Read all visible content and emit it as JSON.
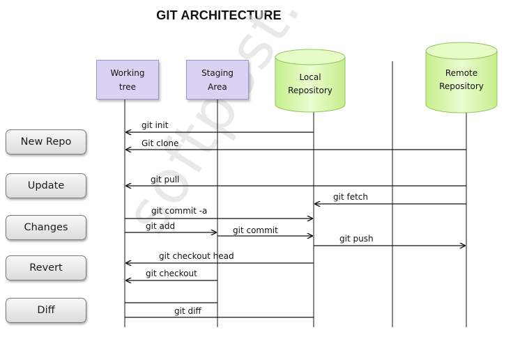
{
  "title": "GIT ARCHITECTURE",
  "watermark": "softpost.org",
  "lanes": {
    "working_tree": "Working\ntree",
    "staging_area": "Staging\nArea",
    "local_repository": "Local\nRepository",
    "remote_repository": "Remote\nRepository"
  },
  "operations": [
    "New Repo",
    "Update",
    "Changes",
    "Revert",
    "Diff"
  ],
  "commands": {
    "git_init": "git init",
    "git_clone": "Git clone",
    "git_pull": "git pull",
    "git_fetch": "git fetch",
    "git_commit_a": "git commit -a",
    "git_add": "git add",
    "git_commit": "git commit",
    "git_push": "git push",
    "git_checkout_head": "git checkout head",
    "git_checkout": "git checkout",
    "git_diff": "git diff"
  },
  "colors": {
    "lane_fill": "#d9d2f2",
    "repo_fill": "#d4f5a2",
    "line": "#111111"
  }
}
